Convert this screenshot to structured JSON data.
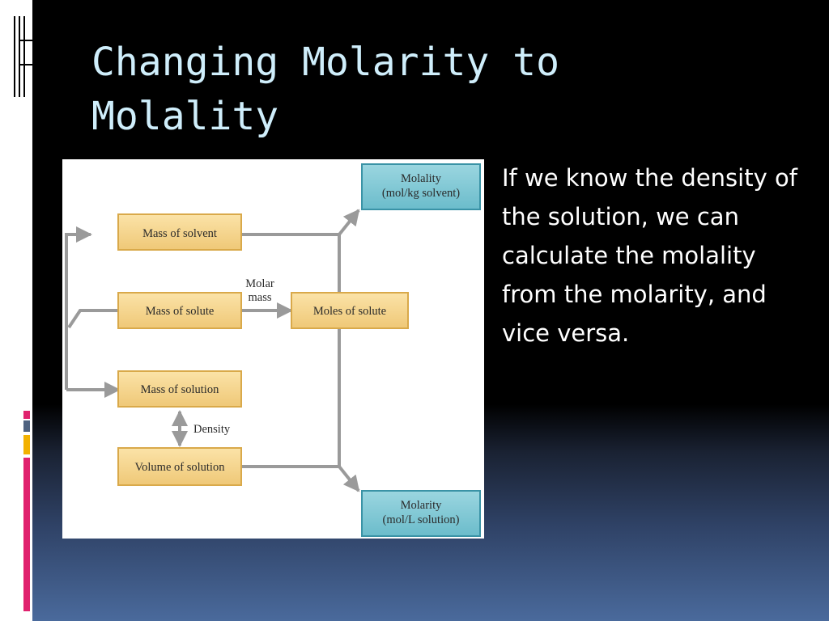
{
  "slide": {
    "title": "Changing Molarity to Molality",
    "body": "If we know the density of the solution, we can calculate the molality from the molarity, and vice versa."
  },
  "diagram": {
    "molality_box": [
      "Molality",
      "(mol/kg solvent)"
    ],
    "molarity_box": [
      "Molarity",
      "(mol/L solution)"
    ],
    "mass_of_solvent": "Mass of solvent",
    "mass_of_solute": "Mass of solute",
    "moles_of_solute": "Moles of solute",
    "mass_of_solution": "Mass of solution",
    "volume_of_solution": "Volume of solution",
    "molar_mass_label": [
      "Molar",
      "mass"
    ],
    "density_label": "Density"
  },
  "colors": {
    "tan_box": "#f6d89a",
    "tan_border": "#d9a94a",
    "blue_box": "#7fc9d6",
    "blue_border": "#3a93a6",
    "arrow": "#9a9a9a",
    "title": "#cfeefb",
    "accent_pink": "#e0226e",
    "accent_gold": "#f2b100",
    "accent_slate": "#4f6280"
  }
}
